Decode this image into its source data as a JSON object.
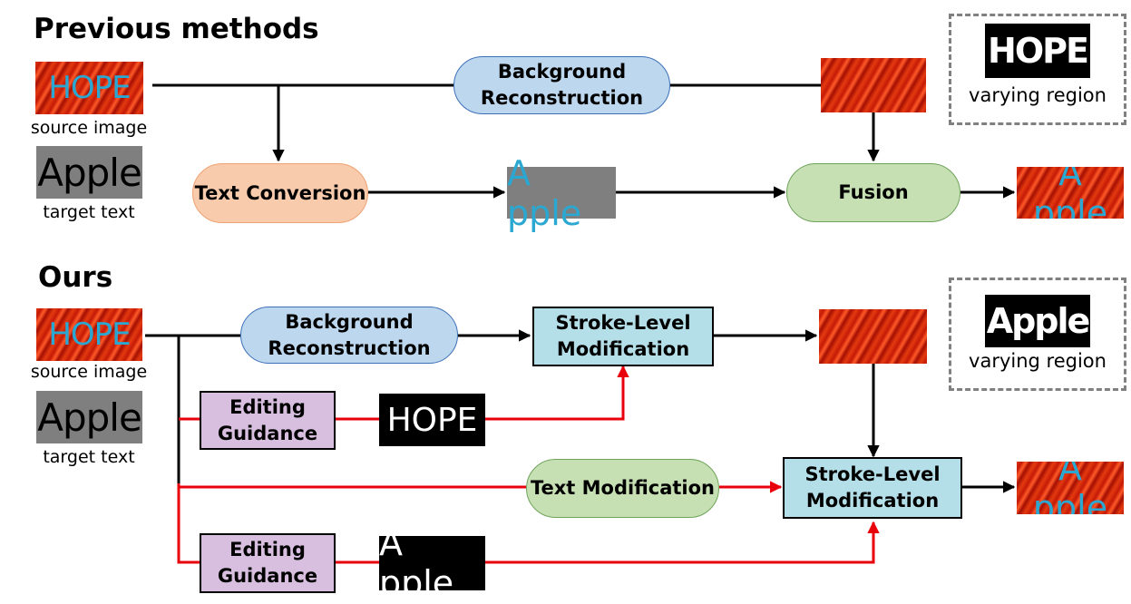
{
  "previous": {
    "title": "Previous methods",
    "source_word": "HOPE",
    "source_caption": "source image",
    "target_word": "Apple",
    "target_caption": "target text",
    "background_reconstruction": "Background Reconstruction",
    "text_conversion": "Text Conversion",
    "converted_word": "A pple",
    "fusion": "Fusion",
    "output_word": "A pple",
    "varying_mask_word": "HOPE",
    "varying_caption": "varying region"
  },
  "ours": {
    "title": "Ours",
    "source_word": "HOPE",
    "source_caption": "source image",
    "target_word": "Apple",
    "target_caption": "target text",
    "background_reconstruction": "Background Reconstruction",
    "stroke_level_top": "Stroke-Level Modification",
    "editing_guidance_top": "Editing Guidance",
    "guidance_word_top": "HOPE",
    "text_modification": "Text Modification",
    "stroke_level_bottom": "Stroke-Level Modification",
    "editing_guidance_bottom": "Editing Guidance",
    "guidance_word_bottom": "A pple",
    "output_word": "A pple",
    "varying_mask_word": "Apple",
    "varying_caption": "varying region"
  },
  "colors": {
    "guidance_line": "#e8000b",
    "flow_line": "#000000",
    "text_cyan": "#2aa8d2"
  }
}
